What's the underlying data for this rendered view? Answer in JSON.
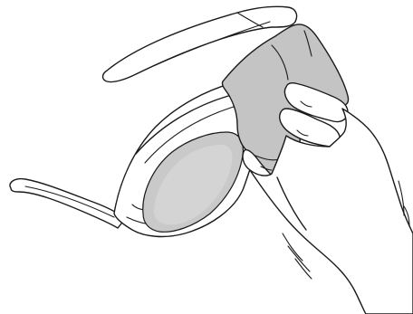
{
  "figure": {
    "colors": {
      "line": "#1a1a1a",
      "background": "#ffffff",
      "lens": "#c9c9c9",
      "lens_inner": "#d2d2d2",
      "cloth": "#c4c4c4"
    },
    "elements": [
      "3d-glasses",
      "cleaning-cloth",
      "hand"
    ]
  }
}
